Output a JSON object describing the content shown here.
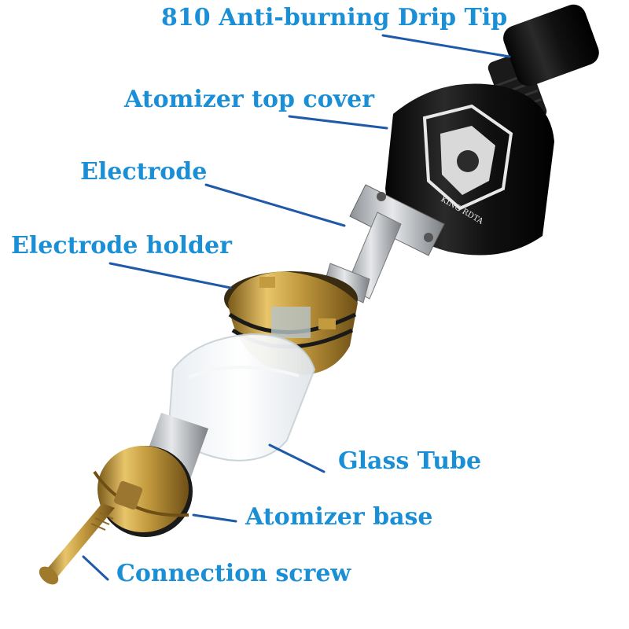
{
  "labels": {
    "drip_tip": "810 Anti-burning Drip Tip",
    "top_cover": "Atomizer top cover",
    "electrode": "Electrode",
    "electrode_holder": "Electrode holder",
    "glass_tube": "Glass Tube",
    "atomizer_base": "Atomizer base",
    "connection_screw": "Connection screw"
  },
  "cap_emblem_text": "KING RDTA",
  "colors": {
    "label_text": "#1a8fd6",
    "leader_line": "#1e5aa8",
    "brass": "#c8a24a",
    "black_part": "#121212",
    "steel": "#b9bcc0"
  }
}
